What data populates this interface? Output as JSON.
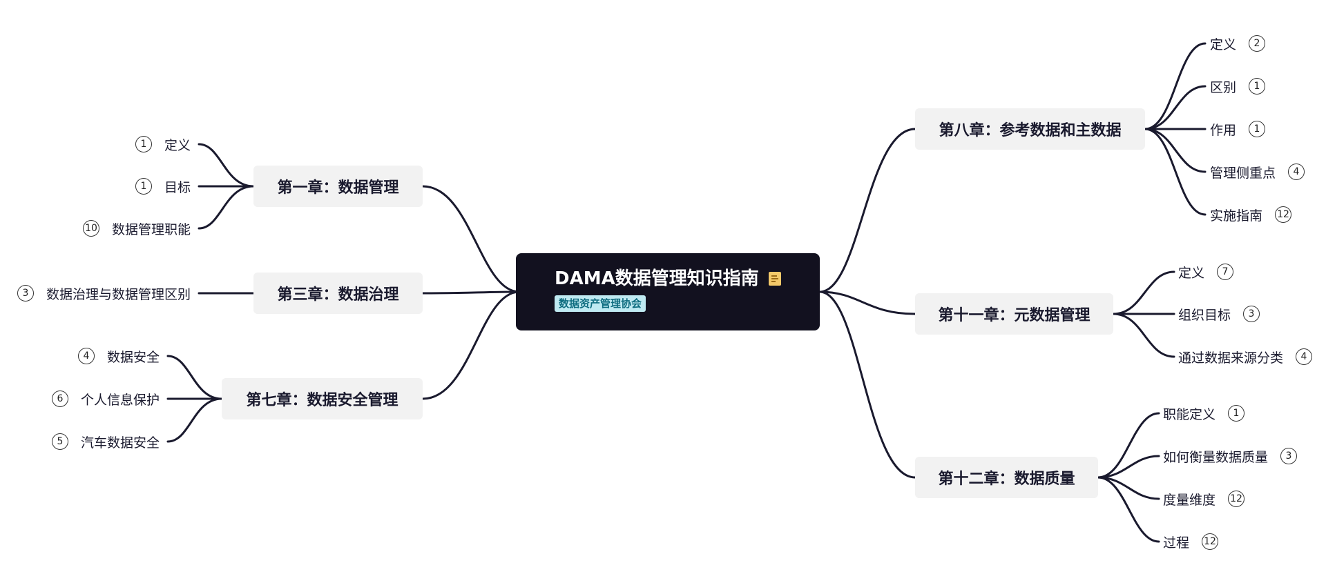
{
  "central": {
    "title": "DAMA数据管理知识指南",
    "tag": "数据资产管理协会",
    "note_icon": "note-icon"
  },
  "chapters": {
    "ch1": {
      "label": "第一章：数据管理",
      "leaves": [
        {
          "label": "定义",
          "count": "1"
        },
        {
          "label": "目标",
          "count": "1"
        },
        {
          "label": "数据管理职能",
          "count": "10"
        }
      ]
    },
    "ch3": {
      "label": "第三章：数据治理",
      "leaves": [
        {
          "label": "数据治理与数据管理区别",
          "count": "3"
        }
      ]
    },
    "ch7": {
      "label": "第七章：数据安全管理",
      "leaves": [
        {
          "label": "数据安全",
          "count": "4"
        },
        {
          "label": "个人信息保护",
          "count": "6"
        },
        {
          "label": "汽车数据安全",
          "count": "5"
        }
      ]
    },
    "ch8": {
      "label": "第八章：参考数据和主数据",
      "leaves": [
        {
          "label": "定义",
          "count": "2"
        },
        {
          "label": "区别",
          "count": "1"
        },
        {
          "label": "作用",
          "count": "1"
        },
        {
          "label": "管理侧重点",
          "count": "4"
        },
        {
          "label": "实施指南",
          "count": "12"
        }
      ]
    },
    "ch11": {
      "label": "第十一章：元数据管理",
      "leaves": [
        {
          "label": "定义",
          "count": "7"
        },
        {
          "label": "组织目标",
          "count": "3"
        },
        {
          "label": "通过数据来源分类",
          "count": "4"
        }
      ]
    },
    "ch12": {
      "label": "第十二章：数据质量",
      "leaves": [
        {
          "label": "职能定义",
          "count": "1"
        },
        {
          "label": "如何衡量数据质量",
          "count": "3"
        },
        {
          "label": "度量维度",
          "count": "12"
        },
        {
          "label": "过程",
          "count": "12"
        }
      ]
    }
  }
}
